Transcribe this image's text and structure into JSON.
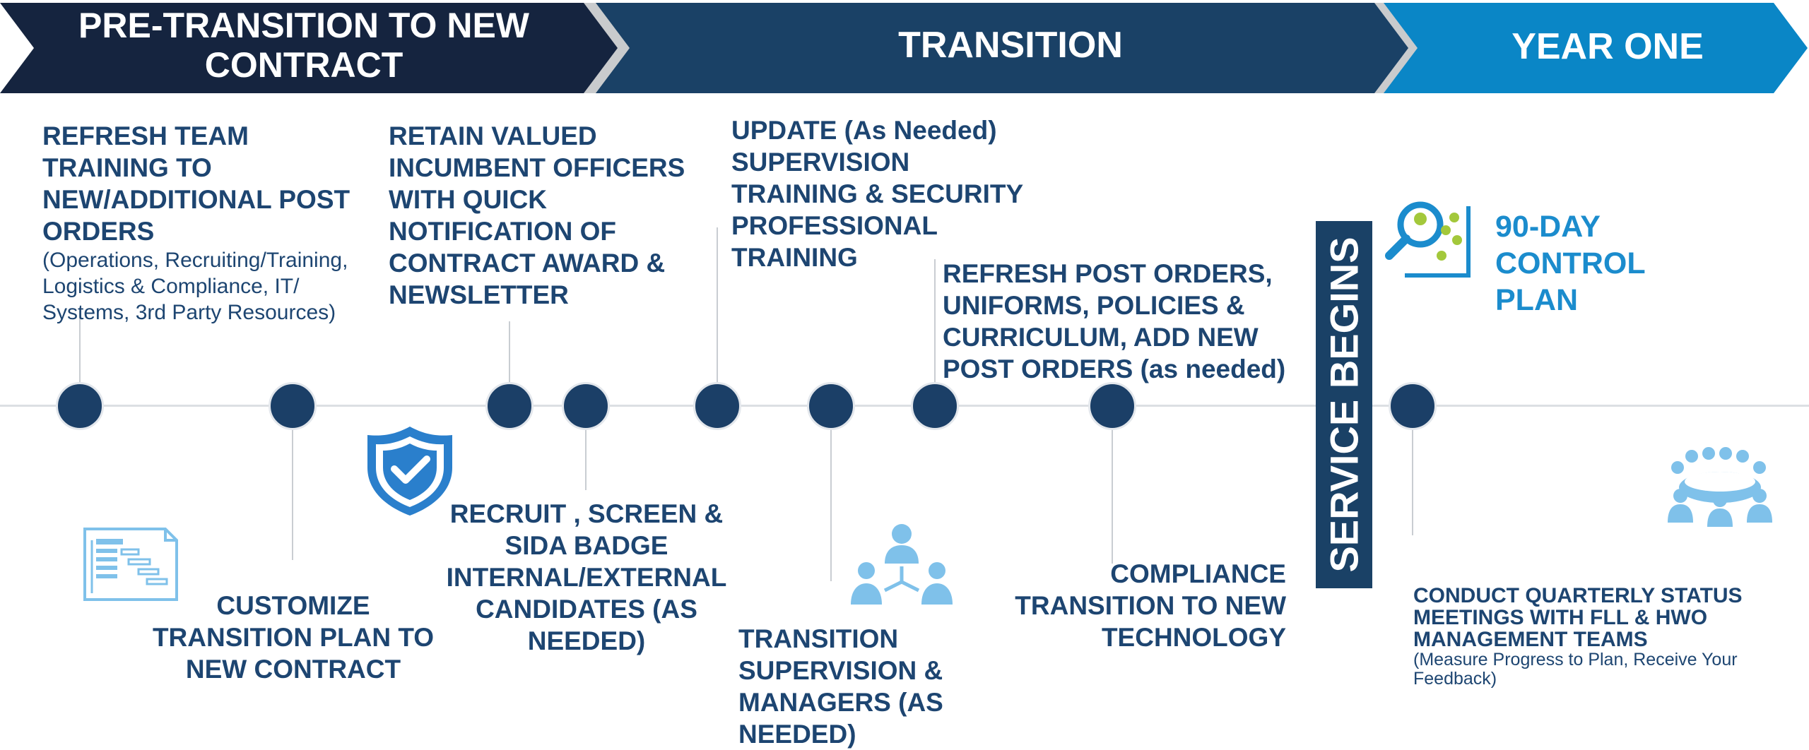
{
  "phases": {
    "pre_transition": "PRE-TRANSITION TO NEW CONTRACT",
    "transition": "TRANSITION",
    "year_one": "YEAR ONE"
  },
  "service_begins": "SERVICE BEGINS",
  "control_plan": "90-DAY CONTROL PLAN",
  "milestones": {
    "refresh_training": {
      "title": "REFRESH TEAM TRAINING TO NEW/ADDITIONAL POST ORDERS",
      "detail": "(Operations, Recruiting/Training, Logistics & Compliance, IT/ Systems, 3rd Party Resources)"
    },
    "retain_officers": "RETAIN VALUED INCUMBENT OFFICERS WITH QUICK NOTIFICATION OF CONTRACT AWARD & NEWSLETTER",
    "update_supervision": "UPDATE (As Needed) SUPERVISION TRAINING & SECURITY PROFESSIONAL TRAINING",
    "refresh_post_orders": "REFRESH POST ORDERS, UNIFORMS, POLICIES & CURRICULUM, ADD NEW POST ORDERS (as needed)",
    "customize_plan": "CUSTOMIZE TRANSITION PLAN TO NEW CONTRACT",
    "recruit_screen": "RECRUIT , SCREEN & SIDA BADGE INTERNAL/EXTERNAL CANDIDATES (AS NEEDED)",
    "transition_supervision": "TRANSITION SUPERVISION & MANAGERS (AS NEEDED)",
    "compliance": "COMPLIANCE TRANSITION TO NEW TECHNOLOGY",
    "quarterly_status": {
      "title": "CONDUCT QUARTERLY STATUS MEETINGS WITH FLL & HWO MANAGEMENT TEAMS",
      "detail": "(Measure Progress to Plan, Receive Your Feedback)"
    }
  },
  "colors": {
    "dark_navy": "#15243f",
    "navy": "#1a4166",
    "bright_blue": "#0a86c6",
    "text_navy": "#1d4571",
    "accent_blue": "#1b8ccd",
    "icon_light_blue": "#7fc1ea",
    "icon_green": "#a3c83b",
    "node": "#1b3f67"
  },
  "icons": [
    "gantt-chart-icon",
    "shield-check-icon",
    "org-team-icon",
    "magnifier-chart-icon",
    "meeting-group-icon"
  ]
}
